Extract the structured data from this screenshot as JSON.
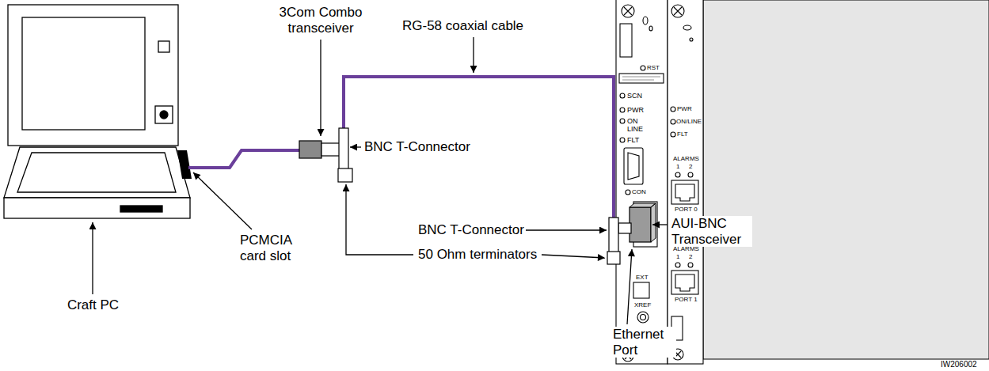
{
  "diagram": {
    "labels": [
      "3Com Combo transceiver",
      "RG-58 coaxial cable",
      "BNC T-Connector",
      "BNC T-Connector",
      "50 Ohm terminators",
      "AUI-BNC Transceiver",
      "Ethernet Port",
      "PCMCIA card slot",
      "Craft PC",
      "RST",
      "SCN",
      "PWR",
      "ON LINE",
      "FLT",
      "CON",
      "EXT",
      "XREF",
      "PWR",
      "ON/LINE",
      "FLT",
      "ALARMS",
      "1",
      "2",
      "PORT 0",
      "ALARMS",
      "1",
      "2",
      "PORT 1",
      "IW206002"
    ]
  }
}
